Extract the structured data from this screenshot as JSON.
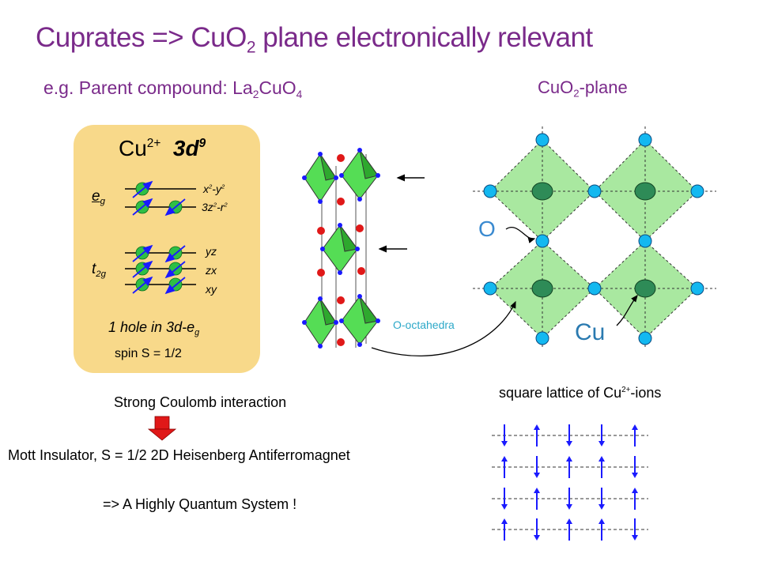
{
  "title": {
    "main": "Cuprates  => CuO",
    "sub": "2",
    "rest": " plane electronically relevant"
  },
  "subtitle": {
    "prefix": "e.g. Parent compound: La",
    "s1": "2",
    "mid": "CuO",
    "s2": "4"
  },
  "plane_title": {
    "prefix": "CuO",
    "s": "2",
    "rest": "-plane"
  },
  "orbital_box": {
    "ion": "Cu",
    "charge": "2+",
    "config": "3d",
    "config_exp": "9",
    "eg_label": "e",
    "eg_sub": "g",
    "t2g_label": "t",
    "t2g_sub": "2g",
    "x2y2": {
      "a": "x",
      "e1": "2",
      "b": "-y",
      "e2": "2"
    },
    "z2r2": {
      "a": "3z",
      "e1": "2",
      "b": "-r",
      "e2": "2"
    },
    "yz": "yz",
    "zx": "zx",
    "xy": "xy",
    "hole": {
      "text": "1 hole in 3d-e",
      "sub": "g"
    },
    "spin": "spin  S = 1/2"
  },
  "labels": {
    "o_label": "O",
    "cu_label": "Cu",
    "octahedra": "O-octahedra",
    "square_lattice": {
      "prefix": "square lattice of Cu",
      "sup": "2+",
      "rest": "-ions"
    },
    "coulomb": "Strong Coulomb interaction",
    "mott": "Mott Insulator, S = 1/2 2D Heisenberg Antiferromagnet",
    "quantum": "=> A Highly Quantum System !"
  },
  "colors": {
    "title": "#7a2a8a",
    "box": "#f8d98a",
    "orbital": "#2fbf45",
    "spin_arrow": "#1a1aff",
    "oxygen": "#13b8f0",
    "copper": "#2e8b57",
    "plaquette": "#a9e8a0",
    "red_atom": "#e01818",
    "big_arrow": "#e01818"
  },
  "spin_lattice": {
    "columns": [
      "down",
      "up",
      "down",
      "down",
      "up"
    ],
    "rows": 4
  }
}
